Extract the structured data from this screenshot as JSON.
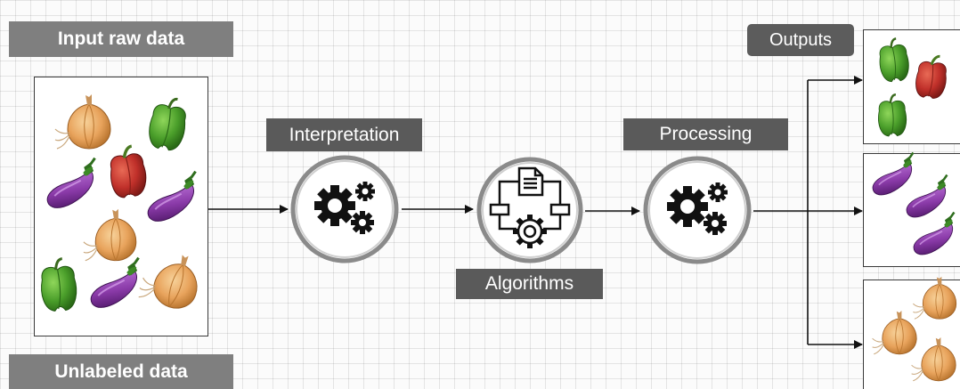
{
  "labels": {
    "input": "Input raw data",
    "unlabeled": "Unlabeled data",
    "interpretation": "Interpretation",
    "algorithms": "Algorithms",
    "processing": "Processing",
    "outputs": "Outputs"
  },
  "icons": {
    "interpretation_node": "gears-icon",
    "algorithms_node": "flowchart-gear-icon",
    "processing_node": "gears-icon",
    "vegetables": [
      "onion-icon",
      "bell-pepper-icon",
      "eggplant-icon"
    ]
  },
  "colors": {
    "label_grey": "#7f7f7f",
    "label_dark": "#5a5a5a",
    "onion": "#e8a35c",
    "green_pepper": "#4a9e2a",
    "red_pepper": "#c0302a",
    "eggplant": "#8a3aa8"
  }
}
